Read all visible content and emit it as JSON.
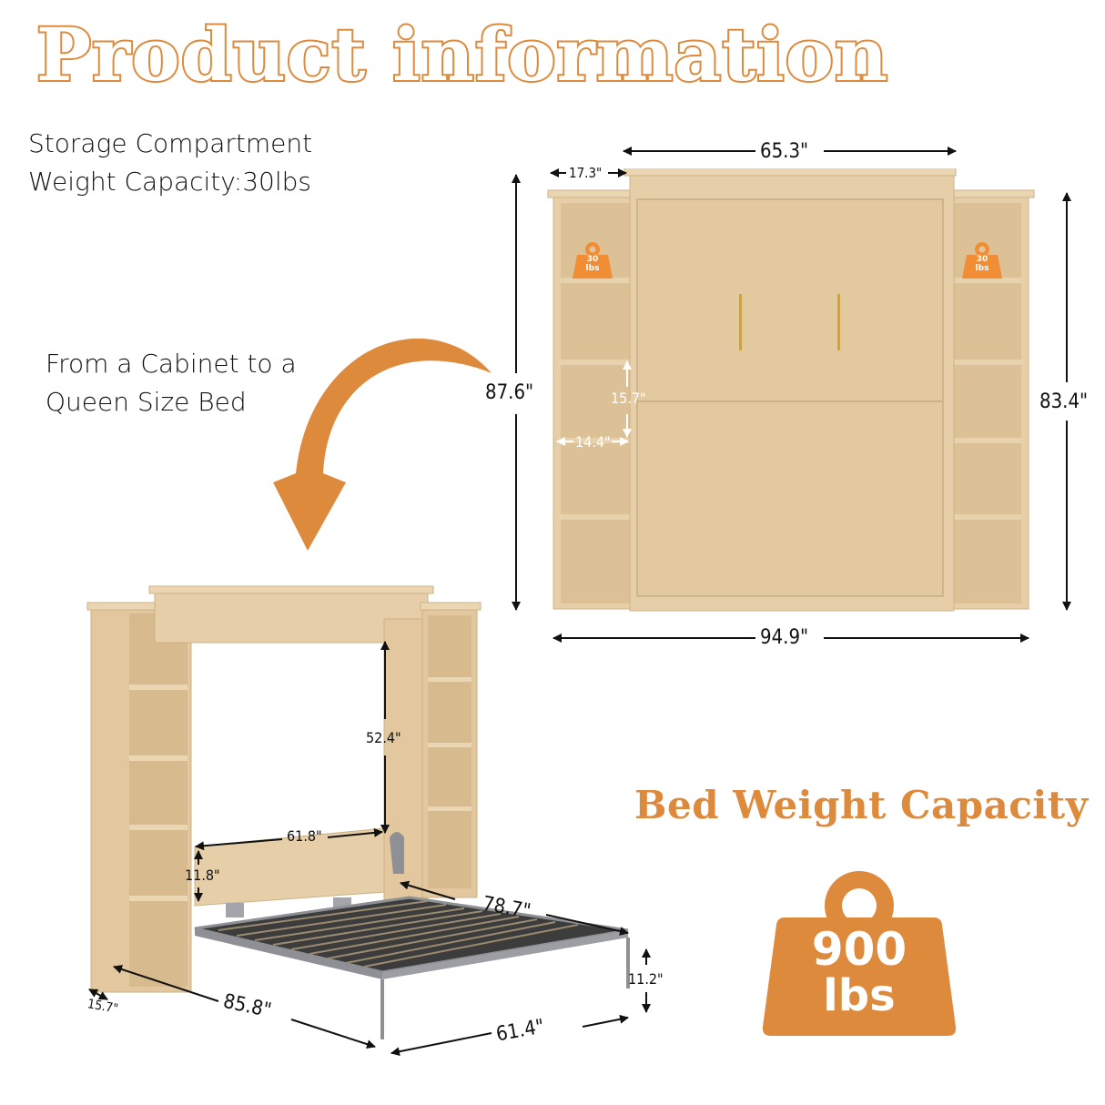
{
  "header": {
    "title": "Product information"
  },
  "storage_note": {
    "line1": "Storage Compartment",
    "line2": "Weight Capacity:30lbs"
  },
  "transform_note": {
    "line1": "From a Cabinet to a",
    "line2": "Queen Size Bed"
  },
  "closed_cabinet": {
    "dimensions": {
      "center_width": "65.3\"",
      "side_width": "17.3\"",
      "total_height": "87.6\"",
      "side_height": "83.4\"",
      "total_width": "94.9\"",
      "shelf_height": "15.7\"",
      "shelf_width": "14.4\""
    },
    "shelf_badge": {
      "value": "30",
      "unit": "lbs"
    }
  },
  "open_bed": {
    "dimensions": {
      "opening_height": "52.4\"",
      "opening_width": "61.8\"",
      "headboard_height": "11.8\"",
      "bed_length": "78.7\"",
      "leg_height": "11.2\"",
      "bed_width": "61.4\"",
      "total_depth": "85.8\"",
      "cabinet_depth": "15.7\""
    }
  },
  "bed_capacity": {
    "title": "Bed Weight Capacity",
    "value": "900",
    "unit": "lbs"
  },
  "colors": {
    "accent": "#de8a3c",
    "wood": "#e3cba5",
    "wood_dark": "#cdb085",
    "frame_grey": "#8e9095",
    "text": "#111111"
  }
}
